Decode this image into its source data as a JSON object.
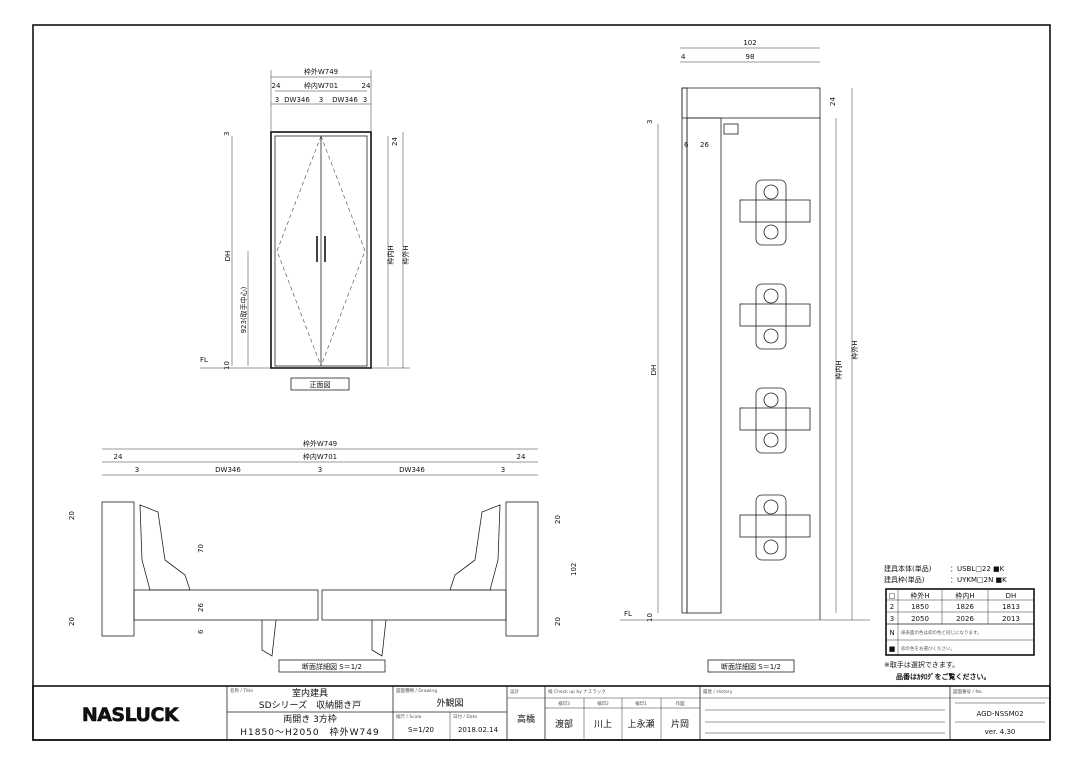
{
  "front_view": {
    "dims": {
      "outer_w": "枠外W749",
      "inner_w": "枠内W701",
      "side_24_l": "24",
      "side_24_r": "24",
      "gap3a": "3",
      "dw_l": "DW346",
      "gap3b": "3",
      "dw_r": "DW346",
      "gap3c": "3",
      "top3": "3",
      "top24": "24",
      "dh": "DH",
      "handle": "923(取手中心)",
      "inner_h": "枠内H",
      "outer_h": "枠外H",
      "fl": "FL",
      "bottom10": "10"
    },
    "label": "正面図"
  },
  "plan_section": {
    "dims": {
      "outer_w": "枠外W749",
      "inner_w": "枠内W701",
      "l24": "24",
      "r24": "24",
      "g3a": "3",
      "dw_l": "DW346",
      "g3b": "3",
      "dw_r": "DW346",
      "g3c": "3",
      "l20a": "20",
      "l70": "70",
      "l26": "26",
      "l6": "6",
      "l20b": "20",
      "r20a": "20",
      "r102": "102",
      "r20b": "20"
    },
    "label": "断面詳細図 S＝1/2"
  },
  "side_section": {
    "dims": {
      "d102": "102",
      "d4": "4",
      "d98": "98",
      "d24": "24",
      "d3": "3",
      "d6": "6",
      "d26": "26",
      "dh": "DH",
      "inner_h": "枠内H",
      "outer_h": "枠外H",
      "fl": "FL",
      "d10": "10"
    },
    "label": "断面詳細図 S＝1/2"
  },
  "spec": {
    "body_label": "建具本体(単品)",
    "body_code": "：USBL□22 ■K",
    "frame_label": "建具枠(単品)",
    "frame_code": "：UYKM□2N ■K",
    "table": {
      "headers": [
        "□",
        "枠外H",
        "枠内H",
        "DH"
      ],
      "rows": [
        [
          "2",
          "1850",
          "1826",
          "1813"
        ],
        [
          "3",
          "2050",
          "2026",
          "2013"
        ]
      ],
      "notes": [
        [
          "N",
          "扉表面の色は枠の色と同じになります。"
        ],
        [
          "■",
          "枠の色をお選びください。"
        ]
      ]
    },
    "note1": "※取手は選択できます。",
    "note2": "品番はｶﾀﾛｸﾞをご覧ください。"
  },
  "title_block": {
    "logo": "NASLUCK",
    "title_caption": "名称 / Title",
    "title1": "室内建具",
    "title2": "SDシリーズ　収納開き戸",
    "title3": "両開き 3方枠",
    "title4": "H1850〜H2050　枠外W749",
    "drawing_caption": "図面種類 / Drawing",
    "drawing": "外観図",
    "scale_caption": "縮尺 / Scale",
    "scale": "S=1/20",
    "date_caption": "日付 / Date",
    "date": "2018.02.14",
    "drawn_caption": "設計",
    "drawn": "高橋",
    "check_caption": "検 Check up by ナスラック",
    "checkers": [
      {
        "cap": "検印3",
        "name": "渡部"
      },
      {
        "cap": "検印2",
        "name": "川上"
      },
      {
        "cap": "検印1",
        "name": "上永瀬"
      },
      {
        "cap": "作図",
        "name": "片岡"
      }
    ],
    "history_caption": "履歴 / History",
    "no_caption": "図面番号 / No.",
    "number": "AGD-NSSM02",
    "version": "ver. 4.30"
  }
}
